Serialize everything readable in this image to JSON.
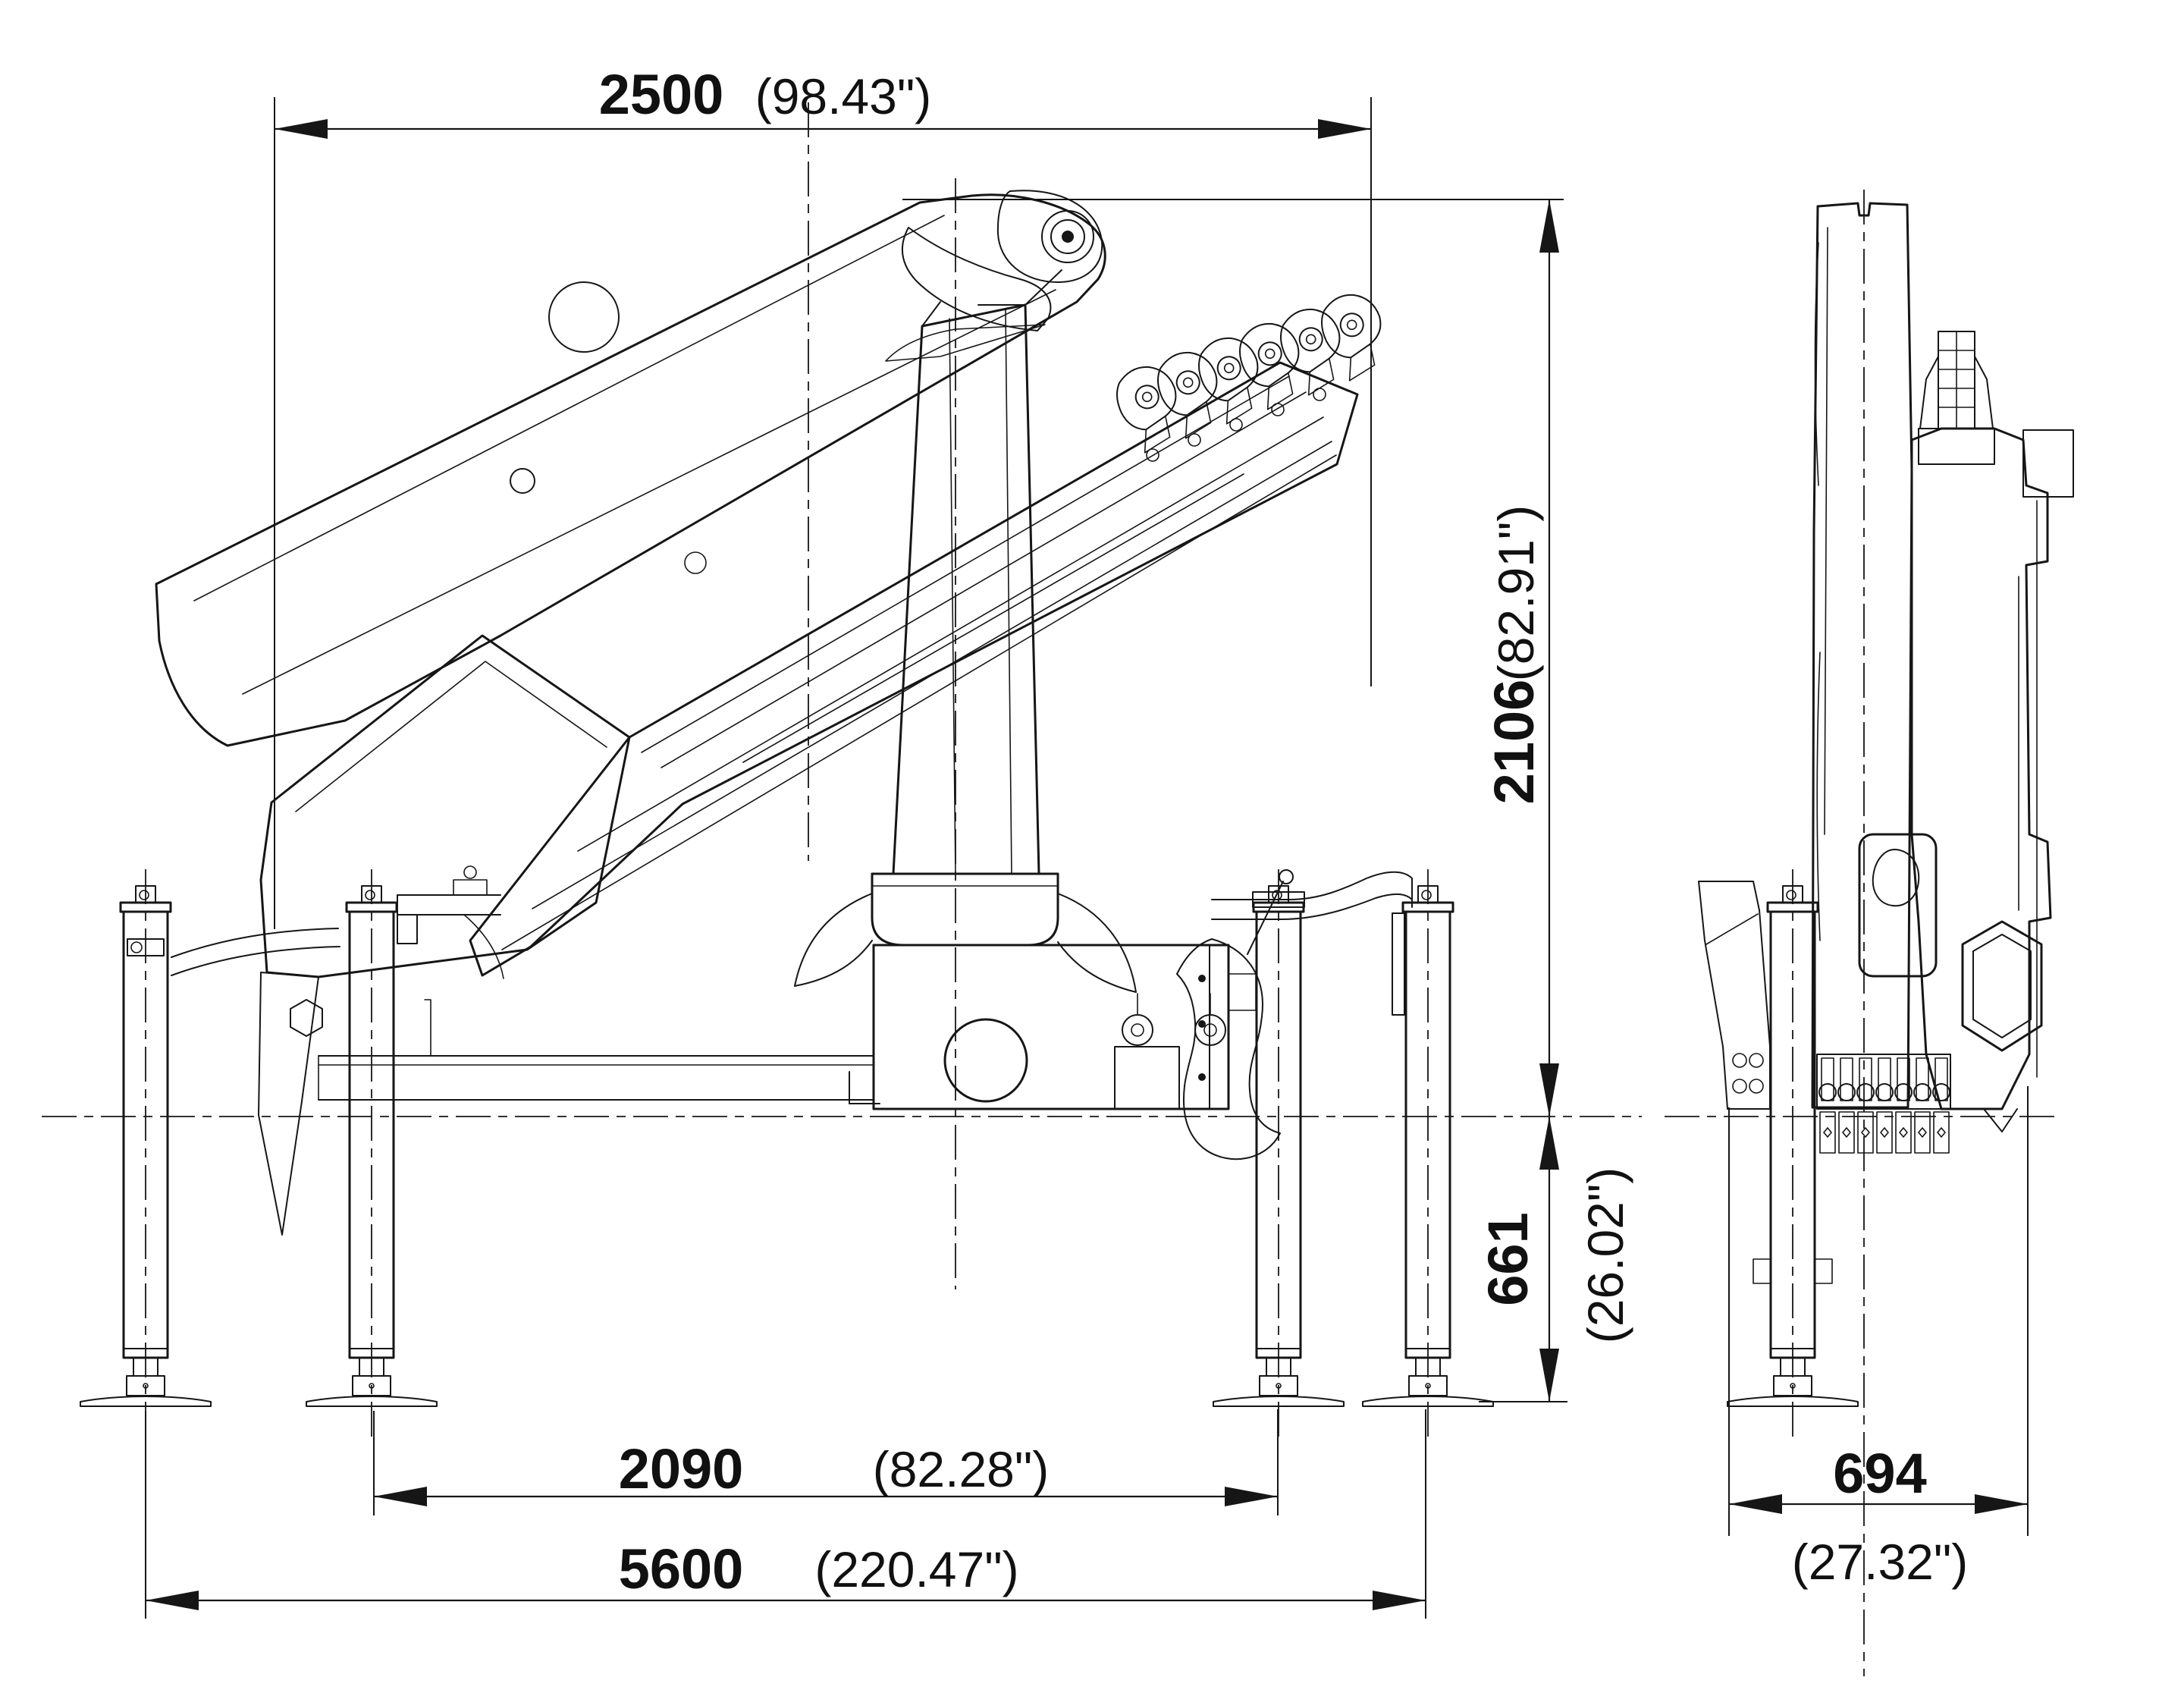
{
  "dimensions": {
    "top_width": {
      "mm": "2500",
      "in": "(98.43\")"
    },
    "height_above_mount": {
      "mm": "2106",
      "in": "(82.91\")"
    },
    "below_mount_depth": {
      "mm": "661",
      "in": "(26.02\")"
    },
    "stabilizer_spacing": {
      "mm": "2090",
      "in": "(82.28\")"
    },
    "stabilizer_spread": {
      "mm": "5600",
      "in": "(220.47\")"
    },
    "front_width": {
      "mm": "694",
      "in": "(27.32\")"
    }
  }
}
